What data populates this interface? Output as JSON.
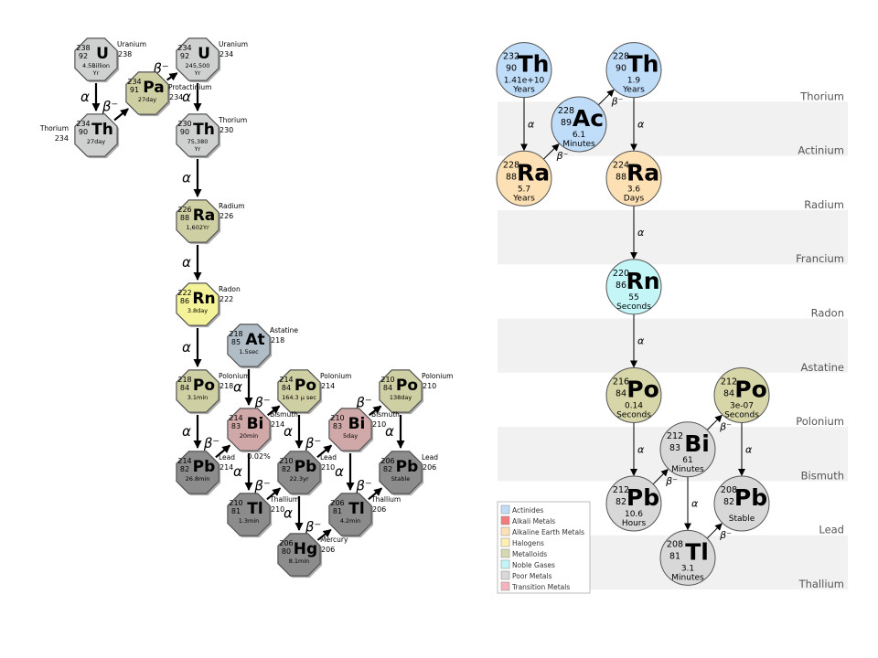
{
  "decay": {
    "alpha": "α",
    "beta": "β⁻",
    "branch": "0.02%"
  },
  "left_chain": {
    "nodes": [
      {
        "id": "U238",
        "mass": "238",
        "z": "92",
        "sym": "U",
        "hl": "4.5Billion",
        "hl2": "Yr",
        "label": "Uranium",
        "label2": "238",
        "family": "actinide"
      },
      {
        "id": "Pa234",
        "mass": "234",
        "z": "91",
        "sym": "Pa",
        "hl": "27day",
        "hl2": "",
        "label": "Protactinium",
        "label2": "234",
        "family": "metalloid"
      },
      {
        "id": "Th234",
        "mass": "234",
        "z": "90",
        "sym": "Th",
        "hl": "27day",
        "hl2": "",
        "label": "Thorium",
        "label2": "234",
        "family": "actinide"
      },
      {
        "id": "U234",
        "mass": "234",
        "z": "92",
        "sym": "U",
        "hl": "245,500",
        "hl2": "Yr",
        "label": "Uranium",
        "label2": "234",
        "family": "actinide"
      },
      {
        "id": "Th230",
        "mass": "230",
        "z": "90",
        "sym": "Th",
        "hl": "75,380",
        "hl2": "Yr",
        "label": "Thorium",
        "label2": "230",
        "family": "actinide"
      },
      {
        "id": "Ra226",
        "mass": "226",
        "z": "88",
        "sym": "Ra",
        "hl": "1,602Yr",
        "hl2": "",
        "label": "Radium",
        "label2": "226",
        "family": "metalloid"
      },
      {
        "id": "Rn222",
        "mass": "222",
        "z": "86",
        "sym": "Rn",
        "hl": "3.8day",
        "hl2": "",
        "label": "Radon",
        "label2": "222",
        "family": "halogen"
      },
      {
        "id": "At218",
        "mass": "218",
        "z": "85",
        "sym": "At",
        "hl": "1.5sec",
        "hl2": "",
        "label": "Astatine",
        "label2": "218",
        "family": "astatine"
      },
      {
        "id": "Po218",
        "mass": "218",
        "z": "84",
        "sym": "Po",
        "hl": "3.1min",
        "hl2": "",
        "label": "Polonium",
        "label2": "218",
        "family": "metalloid"
      },
      {
        "id": "Po214",
        "mass": "214",
        "z": "84",
        "sym": "Po",
        "hl": "164.3 μ sec",
        "hl2": "",
        "label": "Polonium",
        "label2": "214",
        "family": "metalloid"
      },
      {
        "id": "Po210",
        "mass": "210",
        "z": "84",
        "sym": "Po",
        "hl": "138day",
        "hl2": "",
        "label": "Polonium",
        "label2": "210",
        "family": "metalloid"
      },
      {
        "id": "Bi214",
        "mass": "214",
        "z": "83",
        "sym": "Bi",
        "hl": "20min",
        "hl2": "",
        "label": "Bismuth",
        "label2": "214",
        "family": "bismuth"
      },
      {
        "id": "Bi210",
        "mass": "210",
        "z": "83",
        "sym": "Bi",
        "hl": "5day",
        "hl2": "",
        "label": "Bismuth",
        "label2": "210",
        "family": "bismuth"
      },
      {
        "id": "Pb214",
        "mass": "214",
        "z": "82",
        "sym": "Pb",
        "hl": "26.8min",
        "hl2": "",
        "label": "Lead",
        "label2": "214",
        "family": "poor"
      },
      {
        "id": "Pb210",
        "mass": "210",
        "z": "82",
        "sym": "Pb",
        "hl": "22.3yr",
        "hl2": "",
        "label": "Lead",
        "label2": "210",
        "family": "poor"
      },
      {
        "id": "Pb206",
        "mass": "206",
        "z": "82",
        "sym": "Pb",
        "hl": "Stable",
        "hl2": "",
        "label": "Lead",
        "label2": "206",
        "family": "poor"
      },
      {
        "id": "Tl210",
        "mass": "210",
        "z": "81",
        "sym": "Tl",
        "hl": "1.3min",
        "hl2": "",
        "label": "Thallium",
        "label2": "210",
        "family": "poor"
      },
      {
        "id": "Tl206",
        "mass": "206",
        "z": "81",
        "sym": "Tl",
        "hl": "4.2min",
        "hl2": "",
        "label": "Thallium",
        "label2": "206",
        "family": "poor"
      },
      {
        "id": "Hg206",
        "mass": "206",
        "z": "80",
        "sym": "Hg",
        "hl": "8.1min",
        "hl2": "",
        "label": "Mercury",
        "label2": "206",
        "family": "poor"
      }
    ],
    "edges": [
      {
        "from": "U238",
        "to": "Th234",
        "type": "alpha"
      },
      {
        "from": "Th234",
        "to": "Pa234",
        "type": "beta"
      },
      {
        "from": "Pa234",
        "to": "U234",
        "type": "beta"
      },
      {
        "from": "U234",
        "to": "Th230",
        "type": "alpha"
      },
      {
        "from": "Th230",
        "to": "Ra226",
        "type": "alpha"
      },
      {
        "from": "Ra226",
        "to": "Rn222",
        "type": "alpha"
      },
      {
        "from": "Rn222",
        "to": "Po218",
        "type": "alpha"
      },
      {
        "from": "At218",
        "to": "Bi214",
        "type": "alpha"
      },
      {
        "from": "Po218",
        "to": "Pb214",
        "type": "alpha"
      },
      {
        "from": "Pb214",
        "to": "Bi214",
        "type": "beta"
      },
      {
        "from": "Bi214",
        "to": "Po214",
        "type": "beta"
      },
      {
        "from": "Bi214",
        "to": "Tl210",
        "type": "alpha"
      },
      {
        "from": "Po214",
        "to": "Pb210",
        "type": "alpha"
      },
      {
        "from": "Tl210",
        "to": "Pb210",
        "type": "beta"
      },
      {
        "from": "Pb210",
        "to": "Bi210",
        "type": "beta"
      },
      {
        "from": "Pb210",
        "to": "Hg206",
        "type": "alpha"
      },
      {
        "from": "Bi210",
        "to": "Po210",
        "type": "beta"
      },
      {
        "from": "Bi210",
        "to": "Tl206",
        "type": "alpha"
      },
      {
        "from": "Po210",
        "to": "Pb206",
        "type": "alpha"
      },
      {
        "from": "Tl206",
        "to": "Pb206",
        "type": "beta"
      },
      {
        "from": "Hg206",
        "to": "Tl206",
        "type": "beta"
      }
    ]
  },
  "right_chain": {
    "rows": [
      "Thorium",
      "Actinium",
      "Radium",
      "Francium",
      "Radon",
      "Astatine",
      "Polonium",
      "Bismuth",
      "Lead",
      "Thallium"
    ],
    "nodes": [
      {
        "id": "Th232",
        "mass": "232",
        "z": "90",
        "sym": "Th",
        "hl": "1.41e+10",
        "unit": "Years",
        "family": "actinide"
      },
      {
        "id": "Th228",
        "mass": "228",
        "z": "90",
        "sym": "Th",
        "hl": "1.9",
        "unit": "Years",
        "family": "actinide"
      },
      {
        "id": "Ac228",
        "mass": "228",
        "z": "89",
        "sym": "Ac",
        "hl": "6.1",
        "unit": "Minutes",
        "family": "actinide"
      },
      {
        "id": "Ra228",
        "mass": "228",
        "z": "88",
        "sym": "Ra",
        "hl": "5.7",
        "unit": "Years",
        "family": "alkaline"
      },
      {
        "id": "Ra224",
        "mass": "224",
        "z": "88",
        "sym": "Ra",
        "hl": "3.6",
        "unit": "Days",
        "family": "alkaline"
      },
      {
        "id": "Rn220",
        "mass": "220",
        "z": "86",
        "sym": "Rn",
        "hl": "55",
        "unit": "Seconds",
        "family": "noble"
      },
      {
        "id": "Po216",
        "mass": "216",
        "z": "84",
        "sym": "Po",
        "hl": "0.14",
        "unit": "Seconds",
        "family": "metalloid"
      },
      {
        "id": "Po212",
        "mass": "212",
        "z": "84",
        "sym": "Po",
        "hl": "3e-07",
        "unit": "Seconds",
        "family": "metalloid"
      },
      {
        "id": "Bi212",
        "mass": "212",
        "z": "83",
        "sym": "Bi",
        "hl": "61",
        "unit": "Minutes",
        "family": "poor"
      },
      {
        "id": "Pb212",
        "mass": "212",
        "z": "82",
        "sym": "Pb",
        "hl": "10.6",
        "unit": "Hours",
        "family": "poor"
      },
      {
        "id": "Pb208",
        "mass": "208",
        "z": "82",
        "sym": "Pb",
        "hl": "Stable",
        "unit": "",
        "family": "poor"
      },
      {
        "id": "Tl208",
        "mass": "208",
        "z": "81",
        "sym": "Tl",
        "hl": "3.1",
        "unit": "Minutes",
        "family": "poor"
      }
    ],
    "edges": [
      {
        "from": "Th232",
        "to": "Ra228",
        "type": "alpha"
      },
      {
        "from": "Ra228",
        "to": "Ac228",
        "type": "beta"
      },
      {
        "from": "Ac228",
        "to": "Th228",
        "type": "beta"
      },
      {
        "from": "Th228",
        "to": "Ra224",
        "type": "alpha"
      },
      {
        "from": "Ra224",
        "to": "Rn220",
        "type": "alpha"
      },
      {
        "from": "Rn220",
        "to": "Po216",
        "type": "alpha"
      },
      {
        "from": "Po216",
        "to": "Pb212",
        "type": "alpha"
      },
      {
        "from": "Pb212",
        "to": "Bi212",
        "type": "beta"
      },
      {
        "from": "Bi212",
        "to": "Po212",
        "type": "beta"
      },
      {
        "from": "Bi212",
        "to": "Tl208",
        "type": "alpha"
      },
      {
        "from": "Po212",
        "to": "Pb208",
        "type": "alpha"
      },
      {
        "from": "Tl208",
        "to": "Pb208",
        "type": "beta"
      }
    ],
    "legend": [
      {
        "name": "Actinides",
        "color": "#c2dcf6"
      },
      {
        "name": "Alkali Metals",
        "color": "#f27b7b"
      },
      {
        "name": "Alkaline Earth Metals",
        "color": "#fde2b8"
      },
      {
        "name": "Halogens",
        "color": "#fef0b4"
      },
      {
        "name": "Metalloids",
        "color": "#d8d8b0"
      },
      {
        "name": "Noble Gases",
        "color": "#c2f6f6"
      },
      {
        "name": "Poor Metals",
        "color": "#d8d8d8"
      },
      {
        "name": "Transition Metals",
        "color": "#f4b4be"
      }
    ]
  },
  "colors": {
    "actinide": "#cfd0d0",
    "metalloid": "#cfcfa4",
    "halogen": "#f4f39a",
    "astatine": "#b0bcc6",
    "bismuth": "#d0a8a8",
    "poor": "#8c8c8c",
    "r_actinide": "#bfdcf8",
    "r_alkaline": "#fde0b4",
    "r_noble": "#c4f6f8",
    "r_metalloid": "#d6d6a8",
    "r_poor": "#d8d8d8",
    "band": "#f1f1f1"
  }
}
